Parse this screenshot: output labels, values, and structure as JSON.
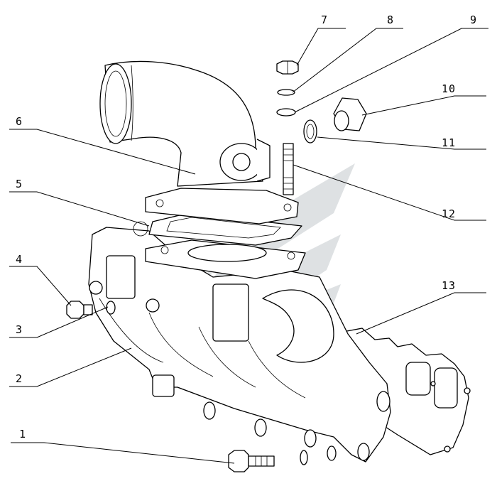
{
  "callouts": [
    {
      "number": "1"
    },
    {
      "number": "2"
    },
    {
      "number": "3"
    },
    {
      "number": "4"
    },
    {
      "number": "5"
    },
    {
      "number": "6"
    },
    {
      "number": "7"
    },
    {
      "number": "8"
    },
    {
      "number": "9"
    },
    {
      "number": "10"
    },
    {
      "number": "11"
    },
    {
      "number": "12"
    },
    {
      "number": "13"
    }
  ],
  "colors": {
    "line": "#000000",
    "watermark": "#cfd3d6",
    "background": "#ffffff"
  }
}
